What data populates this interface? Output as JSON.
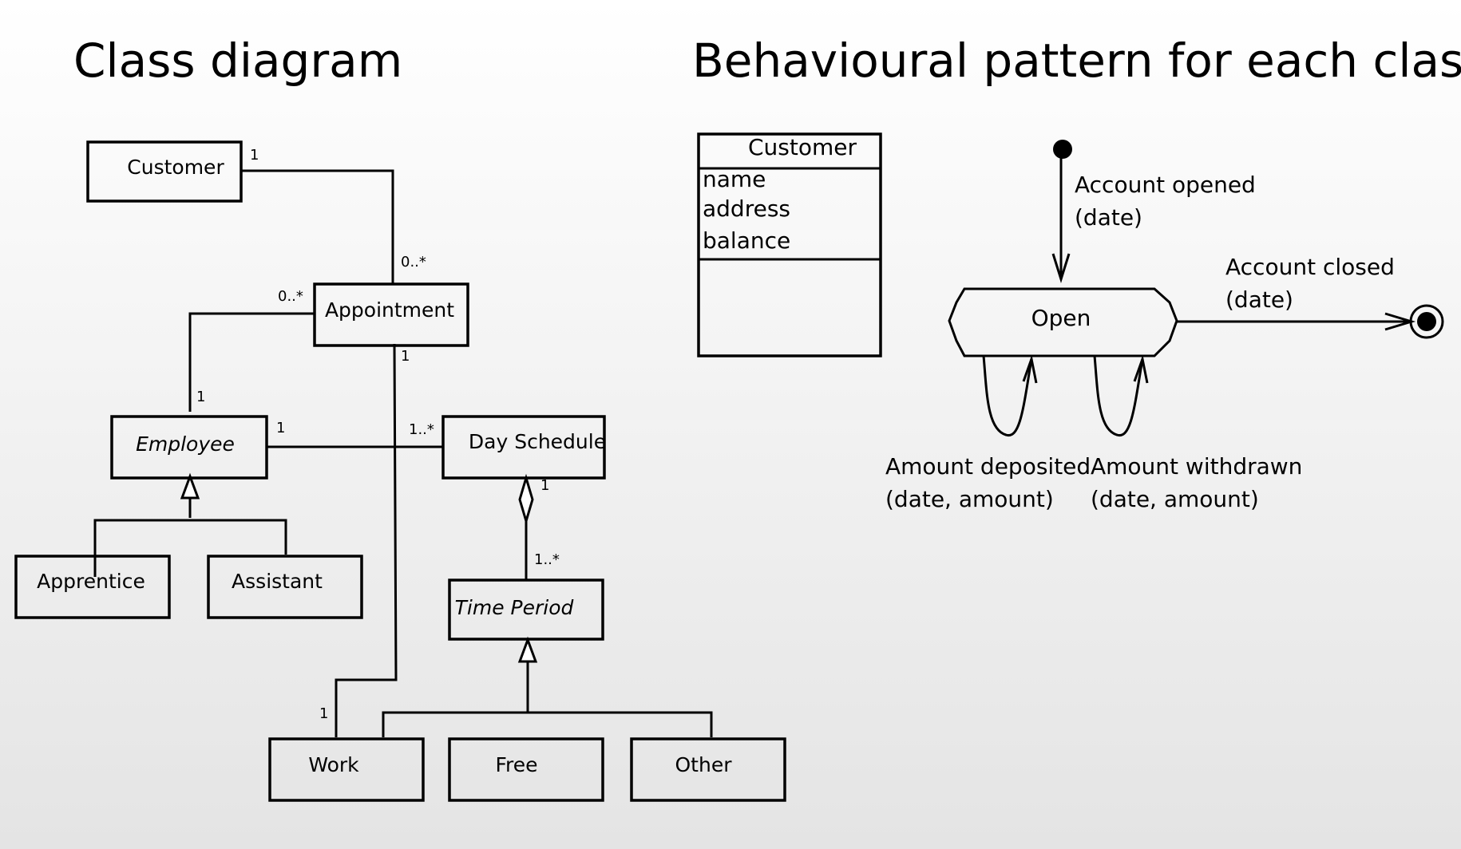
{
  "headings": {
    "class_diagram": "Class diagram",
    "behavioural": "Behavioural pattern for each class"
  },
  "class_diagram": {
    "classes": {
      "customer": "Customer",
      "appointment": "Appointment",
      "employee": "Employee",
      "day_schedule": "Day Schedule",
      "apprentice": "Apprentice",
      "assistant": "Assistant",
      "time_period": "Time Period",
      "work": "Work",
      "free": "Free",
      "other": "Other"
    },
    "multiplicities": {
      "customer_end": "1",
      "appointment_customer_end": "0..*",
      "appointment_employee_end": "0..*",
      "employee_appointment_end": "1",
      "appointment_work_end": "1",
      "employee_dayschedule_end": "1",
      "dayschedule_employee_end": "1..*",
      "dayschedule_timeperiod_end": "1",
      "timeperiod_dayschedule_end": "1..*",
      "work_appointment_end": "1"
    }
  },
  "behavioural": {
    "class_box": {
      "name": "Customer",
      "attributes": [
        "name",
        "address",
        "balance"
      ]
    },
    "state": "Open",
    "transitions": {
      "opened_name": "Account opened",
      "opened_args": "(date)",
      "closed_name": "Account closed",
      "closed_args": "(date)",
      "deposited_name": "Amount deposited",
      "deposited_args": "(date, amount)",
      "withdrawn_name": "Amount withdrawn",
      "withdrawn_args": "(date, amount)"
    }
  }
}
